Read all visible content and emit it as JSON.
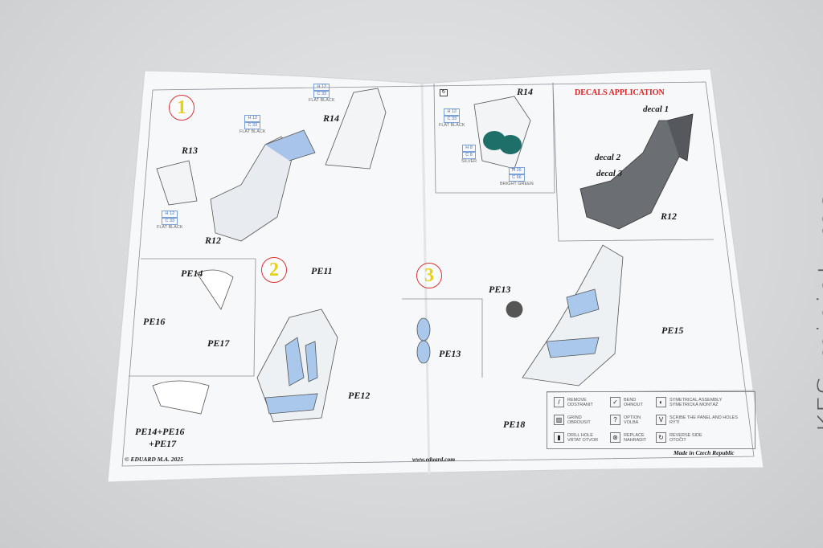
{
  "sheet": {
    "steps": [
      "1",
      "2",
      "3"
    ],
    "step1": {
      "parts": [
        "R13",
        "R14",
        "R12"
      ],
      "paint_callouts": [
        {
          "h": "H 12",
          "c": "C 33",
          "name": "FLAT BLACK"
        },
        {
          "h": "H 12",
          "c": "C 33",
          "name": "FLAT BLACK"
        },
        {
          "h": "H 12",
          "c": "C 33",
          "name": "FLAT BLACK"
        }
      ]
    },
    "detail_panel": {
      "part": "R14",
      "paint_callouts": [
        {
          "h": "H 12",
          "c": "C 33",
          "name": "FLAT BLACK"
        },
        {
          "h": "H 8",
          "c": "C 8",
          "name": "SILVER"
        },
        {
          "h": "H 26",
          "c": "C 66",
          "name": "BRIGHT GREEN"
        }
      ]
    },
    "decals": {
      "title": "DECALS APPLICATION",
      "labels": [
        "decal 1",
        "decal 2",
        "decal 3"
      ],
      "part": "R12"
    },
    "step2": {
      "parts": [
        "PE14",
        "PE16",
        "PE17",
        "PE11",
        "PE12"
      ],
      "combo": "PE14+PE16",
      "combo2": "+PE17"
    },
    "step3": {
      "parts": [
        "PE13",
        "PE13",
        "PE15",
        "PE18"
      ]
    },
    "legend": [
      {
        "icon": "/",
        "l1": "REMOVE",
        "l2": "ODSTRANIT"
      },
      {
        "icon": "✓",
        "l1": "BEND",
        "l2": "OHNOUT"
      },
      {
        "icon": "◐",
        "l1": "SYMETRICAL ASSEMBLY",
        "l2": "SYMETRICKÁ MONTÁŽ"
      },
      {
        "icon": "▨",
        "l1": "GRIND",
        "l2": "OBROUSIT"
      },
      {
        "icon": "?",
        "l1": "OPTION",
        "l2": "VOLBA"
      },
      {
        "icon": "V",
        "l1": "SCRIBE THE PANEL AND HOLES",
        "l2": "RÝTÍ"
      },
      {
        "icon": "▮",
        "l1": "DRILL HOLE",
        "l2": "VRTAT OTVOR"
      },
      {
        "icon": "⊛",
        "l1": "REPLACE",
        "l2": "NAHRADIT"
      },
      {
        "icon": "↻",
        "l1": "REVERSE SIDE",
        "l2": "OTOČIT"
      }
    ],
    "footer": {
      "copyright": "© EDUARD  M.A. 2025",
      "url": "www.eduard.com",
      "made": "Made in Czech Republic"
    }
  },
  "watermark": "KFS-miniatures"
}
